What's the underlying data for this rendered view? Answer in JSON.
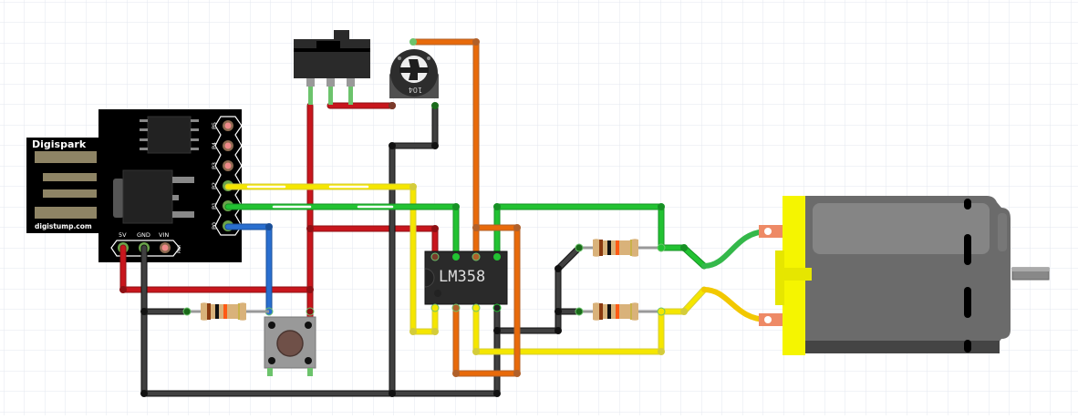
{
  "board": {
    "name": "Digispark",
    "website": "digistump.com",
    "pins_right": [
      "P5",
      "P4",
      "P3",
      "P2",
      "P1",
      "P0"
    ],
    "pins_bottom": [
      "5V",
      "GND",
      "VIN"
    ],
    "pwr_label": "PWR"
  },
  "chip": {
    "label": "LM358"
  },
  "potentiometer": {
    "marking": "104"
  },
  "components": [
    {
      "id": "digispark",
      "type": "microcontroller-board"
    },
    {
      "id": "slide-switch",
      "type": "spdt-slide-switch"
    },
    {
      "id": "trimmer-pot",
      "type": "potentiometer"
    },
    {
      "id": "lm358",
      "type": "op-amp-ic"
    },
    {
      "id": "pushbutton",
      "type": "tactile-switch"
    },
    {
      "id": "resistor-1",
      "type": "resistor",
      "bands": [
        "brown",
        "black",
        "orange",
        "gold"
      ]
    },
    {
      "id": "resistor-2",
      "type": "resistor",
      "bands": [
        "brown",
        "black",
        "orange",
        "gold"
      ]
    },
    {
      "id": "resistor-3",
      "type": "resistor",
      "bands": [
        "brown",
        "black",
        "orange",
        "gold"
      ]
    },
    {
      "id": "dc-motor",
      "type": "dc-motor"
    }
  ],
  "colors": {
    "wire_red": "#c8161d",
    "wire_black": "#3a3a3a",
    "wire_yellow": "#f5e600",
    "wire_green": "#1fbf2f",
    "wire_blue": "#2a6fcf",
    "wire_orange": "#e06a10",
    "board": "#000000",
    "motor_body": "#6b6b6b",
    "motor_cap": "#f5f500"
  }
}
